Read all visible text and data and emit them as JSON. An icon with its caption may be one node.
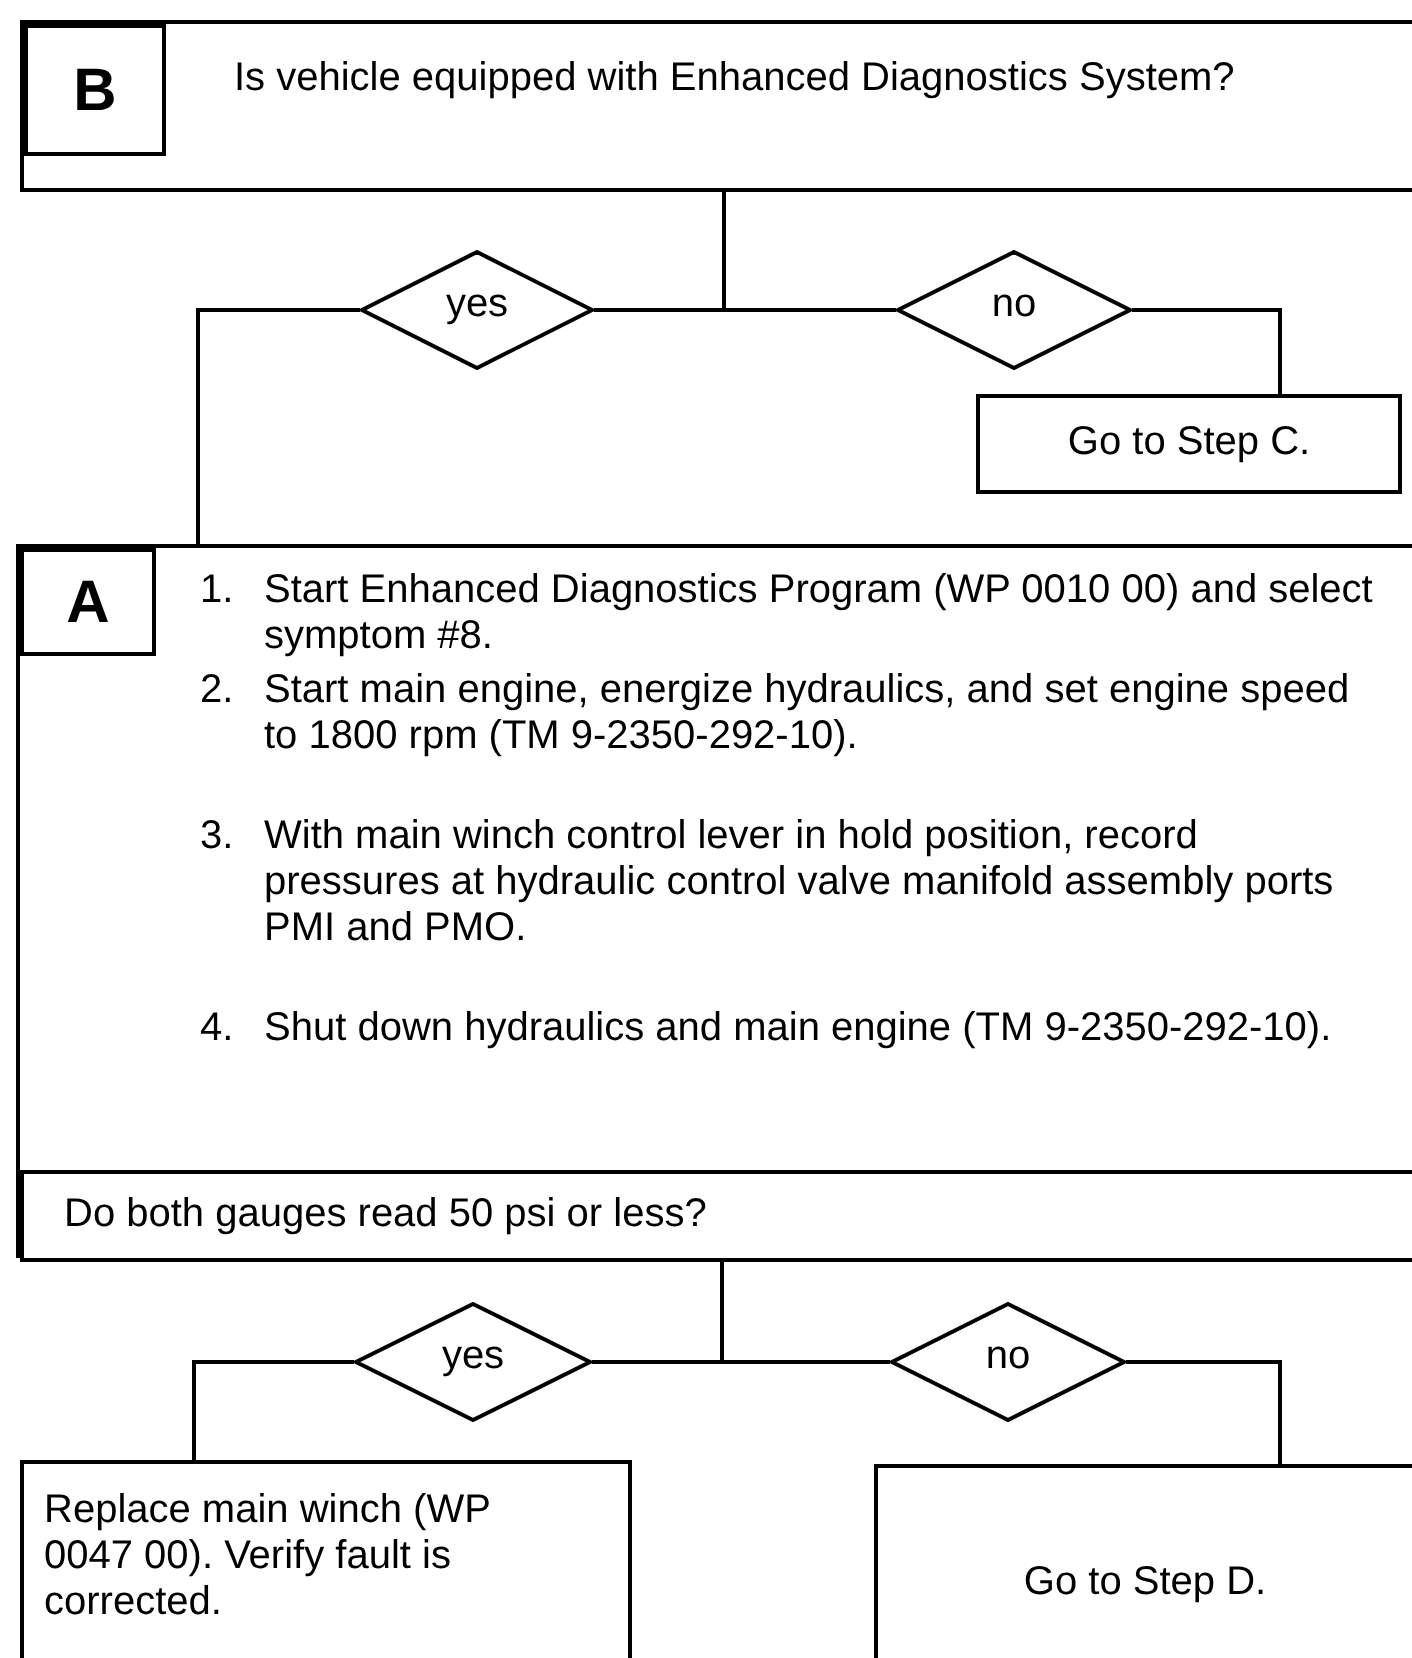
{
  "diagram": {
    "nodes": [
      {
        "text": [
          "Is vehicle equipped with Enhanced Diagnostics System?"
        ]
      },
      {
        "text": [
          "B"
        ],
        "in": 0
      },
      {
        "text": [
          "yes"
        ]
      },
      {
        "text": [
          "no"
        ]
      },
      {
        "text": [
          "Go to Step C."
        ]
      },
      {
        "text": [
          "1.",
          "Start Enhanced Diagnostics Program (WP 0010 00) and select symptom #8.",
          "2.",
          "Start main engine, energize hydraulics, and set engine speed to 1800 rpm (TM 9-2350-292-10).",
          "3.",
          "With main winch control lever in hold position, record pressures at hydraulic control valve manifold assembly ports PMI and PMO.",
          "4.",
          "Shut down hydraulics and main engine (TM 9-2350-292-10)."
        ]
      },
      {
        "text": [
          "A"
        ],
        "in": 5
      },
      {
        "text": [
          "Do both gauges read 50 psi or less?"
        ],
        "in": 5
      },
      {
        "text": [
          "yes"
        ]
      },
      {
        "text": [
          "no"
        ]
      },
      {
        "text": [
          "Replace main winch (WP 0047 00).  Verify fault is corrected."
        ]
      },
      {
        "text": [
          "Go to Step D."
        ]
      }
    ],
    "edges": [
      {
        "from": 0,
        "to": 2,
        "arrow": "none"
      },
      {
        "from": 2,
        "to": 5,
        "arrow": "none"
      },
      {
        "from": 0,
        "to": 3,
        "arrow": "none"
      },
      {
        "from": 3,
        "to": 4,
        "arrow": "none"
      },
      {
        "from": 7,
        "to": 8,
        "arrow": "none"
      },
      {
        "from": 8,
        "to": 10,
        "arrow": "none"
      },
      {
        "from": 7,
        "to": 9,
        "arrow": "none"
      },
      {
        "from": 9,
        "to": 11,
        "arrow": "none"
      }
    ]
  }
}
